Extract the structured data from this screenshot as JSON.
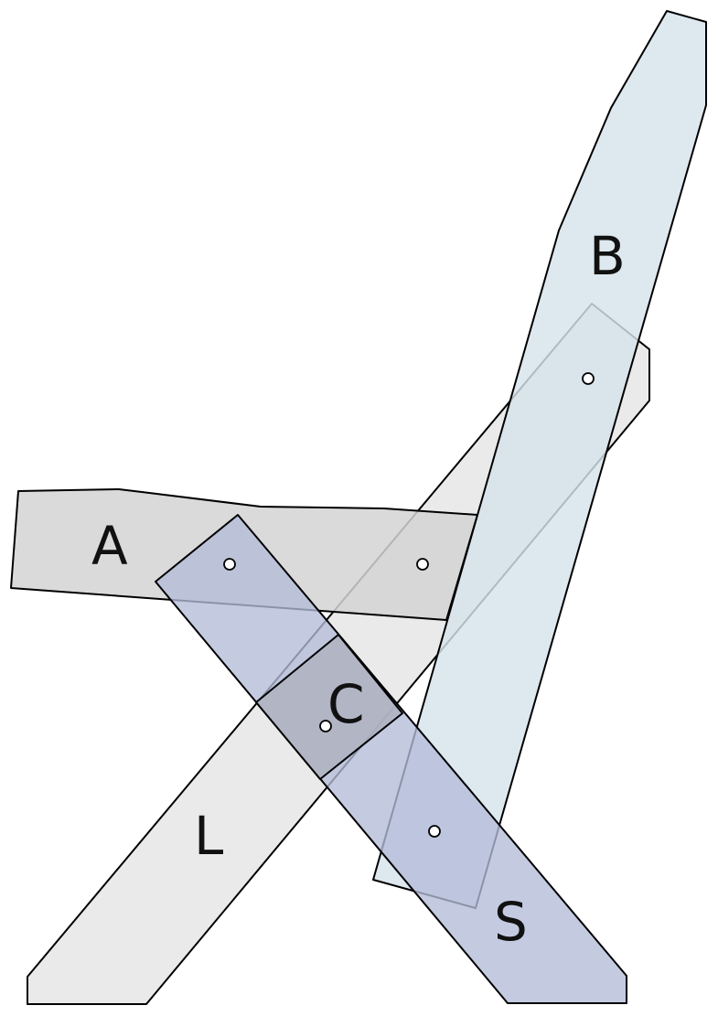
{
  "labels": {
    "A": "A",
    "B": "B",
    "C": "C",
    "L": "L",
    "S": "S"
  },
  "colors": {
    "armrest_A": "#d9d9d9",
    "back_B": "#d7e3eb",
    "leg_L": "#e8e8e8",
    "seat_S": "#bcc4da",
    "connector_C": "#b3b7c3",
    "outline": "#000000",
    "pivot_fill": "#ffffff"
  }
}
